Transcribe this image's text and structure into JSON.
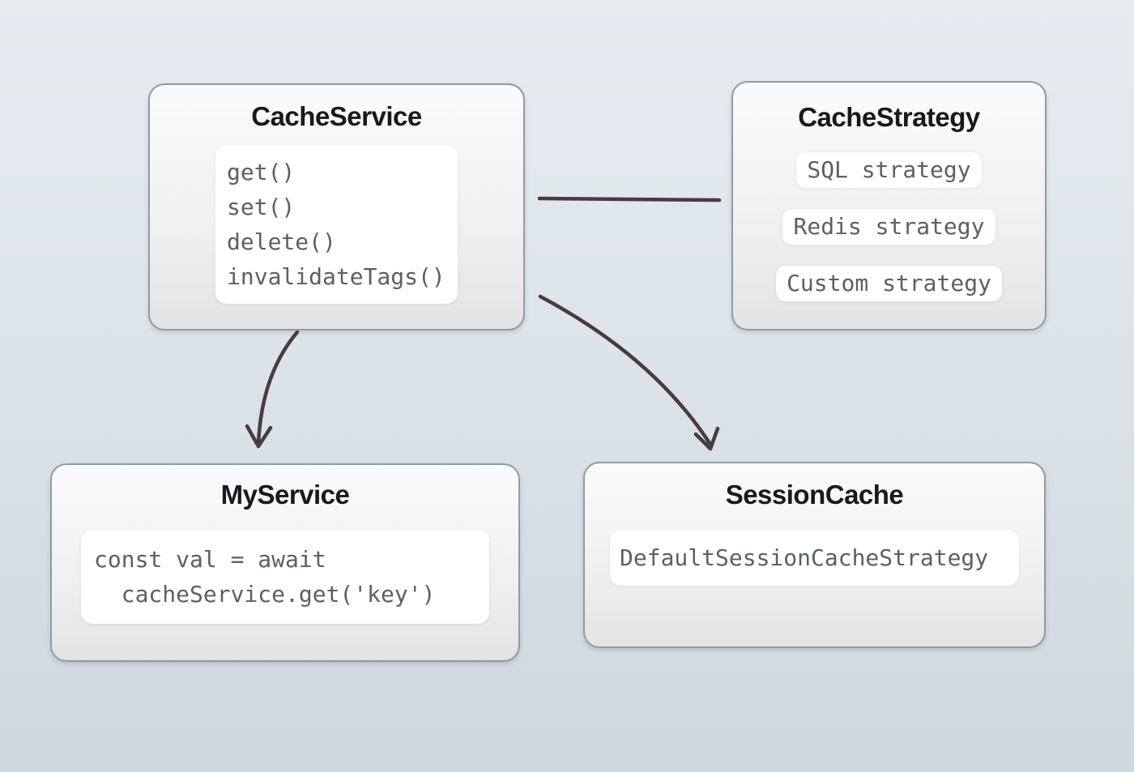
{
  "diagram": {
    "nodes": {
      "cache_service": {
        "title": "CacheService",
        "methods": [
          "get()",
          "set()",
          "delete()",
          "invalidateTags()"
        ]
      },
      "cache_strategy": {
        "title": "CacheStrategy",
        "strategies": [
          "SQL strategy",
          "Redis strategy",
          "Custom strategy"
        ]
      },
      "my_service": {
        "title": "MyService",
        "code_lines": [
          "const val = await",
          "  cacheService.get('key')"
        ]
      },
      "session_cache": {
        "title": "SessionCache",
        "value": "DefaultSessionCacheStrategy"
      }
    },
    "edges": [
      {
        "from": "CacheService",
        "to": "CacheStrategy",
        "style": "straight-line",
        "arrowhead": "none"
      },
      {
        "from": "CacheService",
        "to": "MyService",
        "style": "curved-arrow",
        "arrowhead": "end"
      },
      {
        "from": "CacheService",
        "to": "SessionCache",
        "style": "curved-arrow",
        "arrowhead": "end"
      }
    ],
    "colors": {
      "background_top": "#e6ebf0",
      "background_bottom": "#cdd8de",
      "node_fill_top": "#fbfbfb",
      "node_fill_bottom": "#e2e3e4",
      "node_border": "#919ba1",
      "code_card_fill": "#ffffff",
      "title_text": "#17191d",
      "code_text": "#5b6065",
      "arrow": "#473c41"
    }
  }
}
